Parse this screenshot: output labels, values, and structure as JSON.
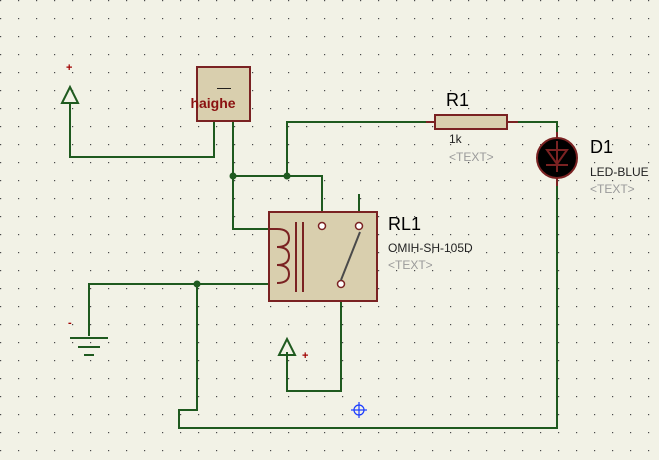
{
  "schematic": {
    "switch_label": "haighe",
    "switch_symbol": "—",
    "resistor": {
      "ref": "R1",
      "value": "1k",
      "text": "<TEXT>"
    },
    "led": {
      "ref": "D1",
      "value": "LED-BLUE",
      "text": "<TEXT>"
    },
    "relay": {
      "ref": "RL1",
      "value": "OMIH-SH-105D",
      "text": "<TEXT>"
    },
    "power_plus_symbol": "+",
    "ground_minus_symbol": "-",
    "colors": {
      "background": "#f2f2e6",
      "grid_dot": "#4a4a4a",
      "wire": "#1f5a1f",
      "component_outline": "#7a2222",
      "component_fill": "#d9cfae",
      "led_body": "#000000",
      "label_accent": "#a00000",
      "cursor": "#1a3cff"
    },
    "icons": [
      "power-terminal-icon",
      "ground-terminal-icon",
      "cursor-crosshair-icon",
      "led-icon",
      "relay-coil-icon"
    ]
  }
}
